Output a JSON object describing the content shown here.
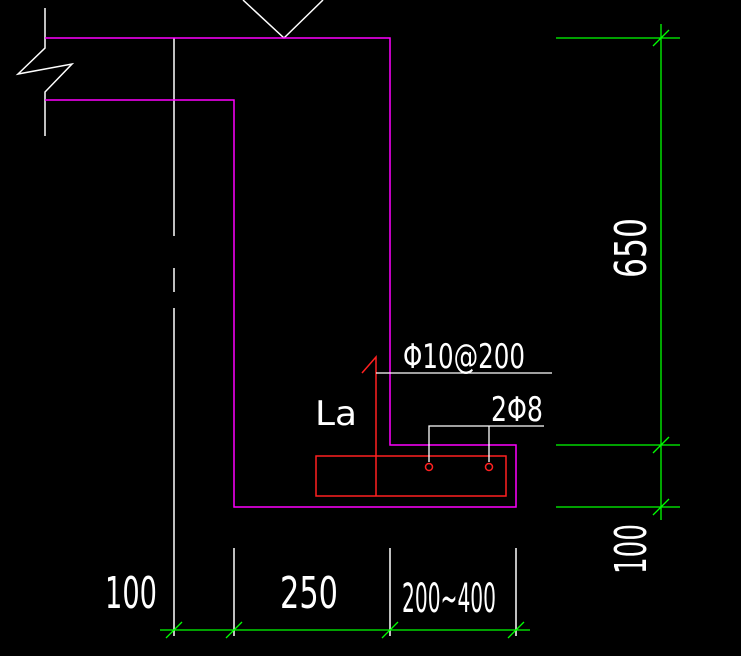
{
  "colors": {
    "background": "#000000",
    "outline": "#ff00ff",
    "rebar": "#ff2020",
    "dimension": "#00ff00",
    "linework": "#ffffff"
  },
  "labels": {
    "anchorage": "La",
    "stirrup_spec": "Φ10@200",
    "longitudinal_bars": "2Φ8"
  },
  "dimensions": {
    "wall_thickness": "100",
    "beam_width": "250",
    "slab_extension": "200~400",
    "beam_depth": "650",
    "slab_thickness": "100"
  }
}
